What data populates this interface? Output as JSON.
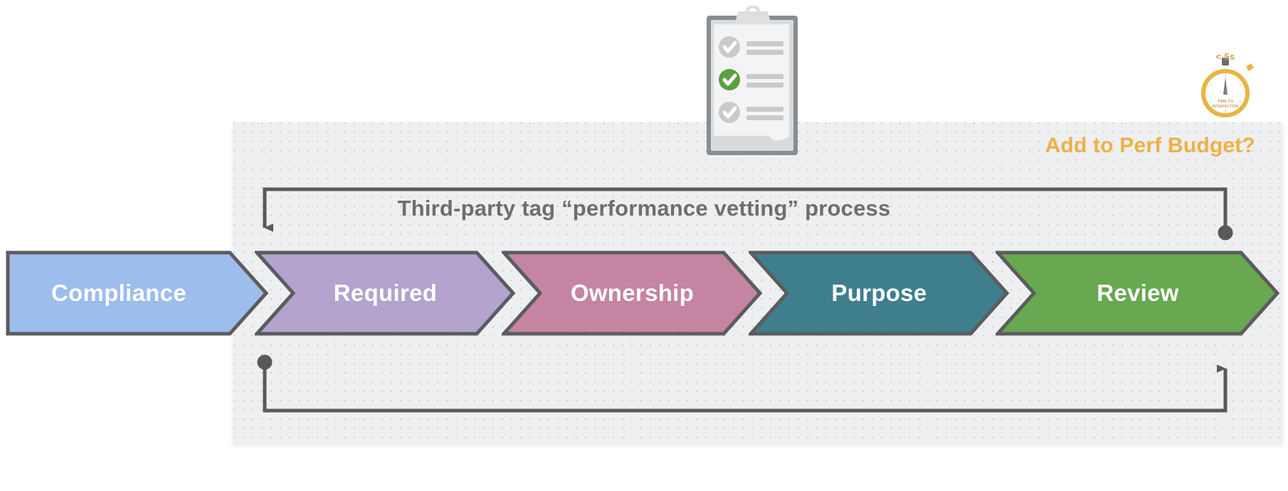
{
  "panel": {
    "heading": "Add to Perf Budget?",
    "heading_color": "#edb146",
    "background_color": "#eeeff0"
  },
  "process": {
    "title": "Third-party tag “performance vetting” process",
    "title_color": "#6d6e70"
  },
  "stages": [
    {
      "label": "Compliance",
      "color": "#9dbdec",
      "stroke": "#5b5c5e"
    },
    {
      "label": "Required",
      "color": "#b3a3cd",
      "stroke": "#5b5c5e"
    },
    {
      "label": "Ownership",
      "color": "#c684a3",
      "stroke": "#5b5c5e"
    },
    {
      "label": "Purpose",
      "color": "#3f7e8d",
      "stroke": "#5b5c5e"
    },
    {
      "label": "Review",
      "color": "#67a850",
      "stroke": "#5b5c5e"
    }
  ],
  "loops": {
    "top": {
      "start_marker": "dot",
      "end_marker": "arrow-down",
      "description": "Review feeds back to Required",
      "color": "#58595b"
    },
    "bottom": {
      "start_marker": "dot",
      "end_marker": "arrow-up",
      "description": "Required feeds forward to Review",
      "color": "#58595b"
    }
  },
  "illustrations": {
    "clipboard": {
      "name": "checklist-clipboard",
      "checked_item_index": 2,
      "item_count": 3,
      "check_color": "#5aa03c",
      "unchecked_color": "#c9cacc"
    },
    "stopwatch": {
      "name": "time-to-interactive-stopwatch",
      "threshold_label": "< 5s",
      "face_line_1": "TIME TO",
      "face_line_2": "INTERACTIVE",
      "color": "#e8b442"
    }
  }
}
